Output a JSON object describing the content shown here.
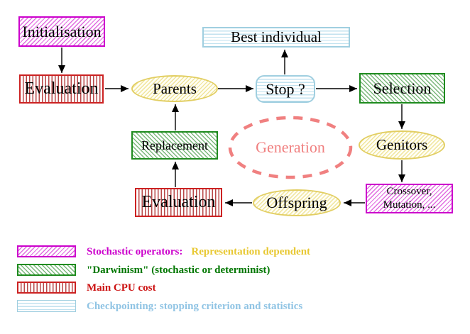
{
  "nodes": {
    "initialisation": "Initialisation",
    "evaluation_top": "Evaluation",
    "parents": "Parents",
    "stop": "Stop ?",
    "best_individual": "Best individual",
    "selection": "Selection",
    "replacement": "Replacement",
    "generation": "Generation",
    "genitors": "Genitors",
    "evaluation_bottom": "Evaluation",
    "offspring": "Offspring",
    "crossover_line1": "Crossover,",
    "crossover_line2": "Mutation, ..."
  },
  "edges": [
    {
      "from": "initialisation",
      "to": "evaluation_top"
    },
    {
      "from": "evaluation_top",
      "to": "parents"
    },
    {
      "from": "parents",
      "to": "stop"
    },
    {
      "from": "stop",
      "to": "best_individual"
    },
    {
      "from": "stop",
      "to": "selection"
    },
    {
      "from": "selection",
      "to": "genitors"
    },
    {
      "from": "genitors",
      "to": "crossover_mutation"
    },
    {
      "from": "crossover_mutation",
      "to": "offspring"
    },
    {
      "from": "offspring",
      "to": "evaluation_bottom"
    },
    {
      "from": "evaluation_bottom",
      "to": "replacement"
    },
    {
      "from": "replacement",
      "to": "parents"
    }
  ],
  "legend": {
    "items": [
      {
        "pattern": "magenta-diagonal-hatch",
        "label": "Stochastic operators:",
        "label2": "Representation dependent",
        "label_color": "#cc00cc",
        "label2_color": "#e8c832"
      },
      {
        "pattern": "green-diagonal-hatch",
        "label": "\"Darwinism\" (stochastic or determinist)",
        "label_color": "#007700"
      },
      {
        "pattern": "red-vertical-stripes",
        "label": "Main CPU cost",
        "label_color": "#cc1111"
      },
      {
        "pattern": "cyan-horizontal-stripes",
        "label": "Checkpointing: stopping criterion and statistics",
        "label_color": "#90c4e4"
      }
    ]
  },
  "colors": {
    "stochastic_magenta": "#cc00cc",
    "darwinism_green": "#1e8b1e",
    "cpu_red": "#cc2222",
    "checkpoint_cyan": "#a0cfe0",
    "operand_yellow": "#e2ce62",
    "generation_coral": "#f08080",
    "arrow_black": "#000000"
  }
}
